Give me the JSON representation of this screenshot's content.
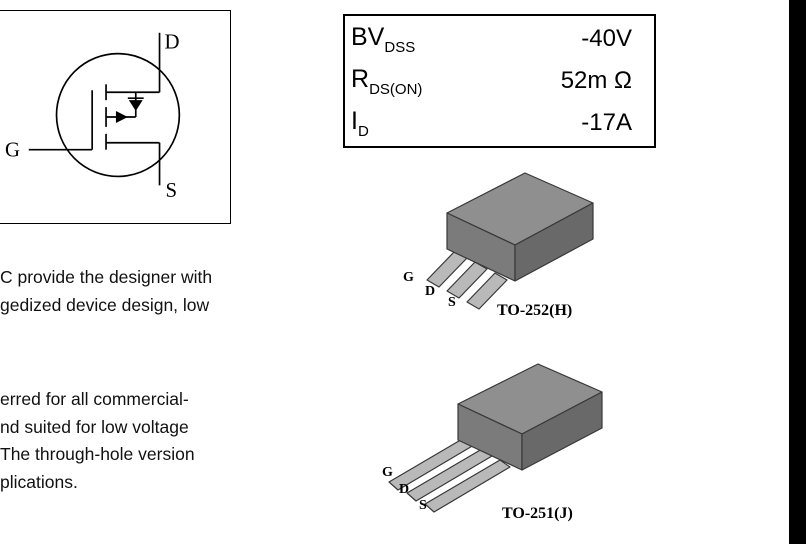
{
  "symbol": {
    "drain_label": "D",
    "gate_label": "G",
    "source_label": "S"
  },
  "spec_table": {
    "rows": [
      {
        "param_base": "BV",
        "param_sub": "DSS",
        "value": "-40V"
      },
      {
        "param_base": "R",
        "param_sub": "DS(ON)",
        "value": "52m Ω"
      },
      {
        "param_base": "I",
        "param_sub": "D",
        "value": "-17A"
      }
    ]
  },
  "packages": [
    {
      "name": "TO-252(H)",
      "pin_g": "G",
      "pin_d": "D",
      "pin_s": "S"
    },
    {
      "name": "TO-251(J)",
      "pin_g": "G",
      "pin_d": "D",
      "pin_s": "S"
    }
  ],
  "paragraphs": {
    "features_lines": [
      "C provide the designer with",
      "gedized device design, low"
    ],
    "applications_lines": [
      "erred for all commercial-",
      "nd suited for low voltage",
      "The through-hole version",
      "plications."
    ]
  },
  "colors": {
    "pkg_top": "#8f8f8f",
    "pkg_front": "#7b7b7b",
    "pkg_side": "#696969",
    "pkg_lead": "#b9b9b9",
    "page_edge_bar": "#000000"
  }
}
